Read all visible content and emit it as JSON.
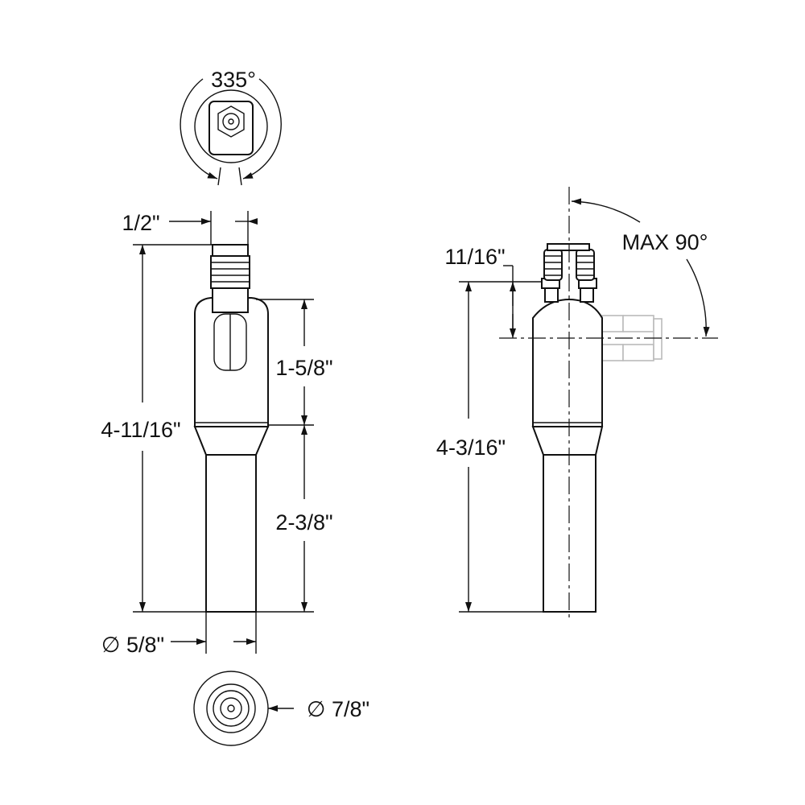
{
  "drawing": {
    "top_view": {
      "rotation_label": "335°"
    },
    "front_view": {
      "thread_width_label": "1/2\"",
      "overall_height_label": "4-11/16\"",
      "upper_body_label": "1-5/8\"",
      "lower_shaft_label": "2-3/8\"",
      "shaft_diameter_label": "∅ 5/8\""
    },
    "bottom_view": {
      "body_diameter_label": "∅ 7/8\""
    },
    "side_view": {
      "pivot_offset_label": "11/16\"",
      "height_label": "4-3/16\"",
      "max_angle_label": "MAX 90°"
    }
  }
}
